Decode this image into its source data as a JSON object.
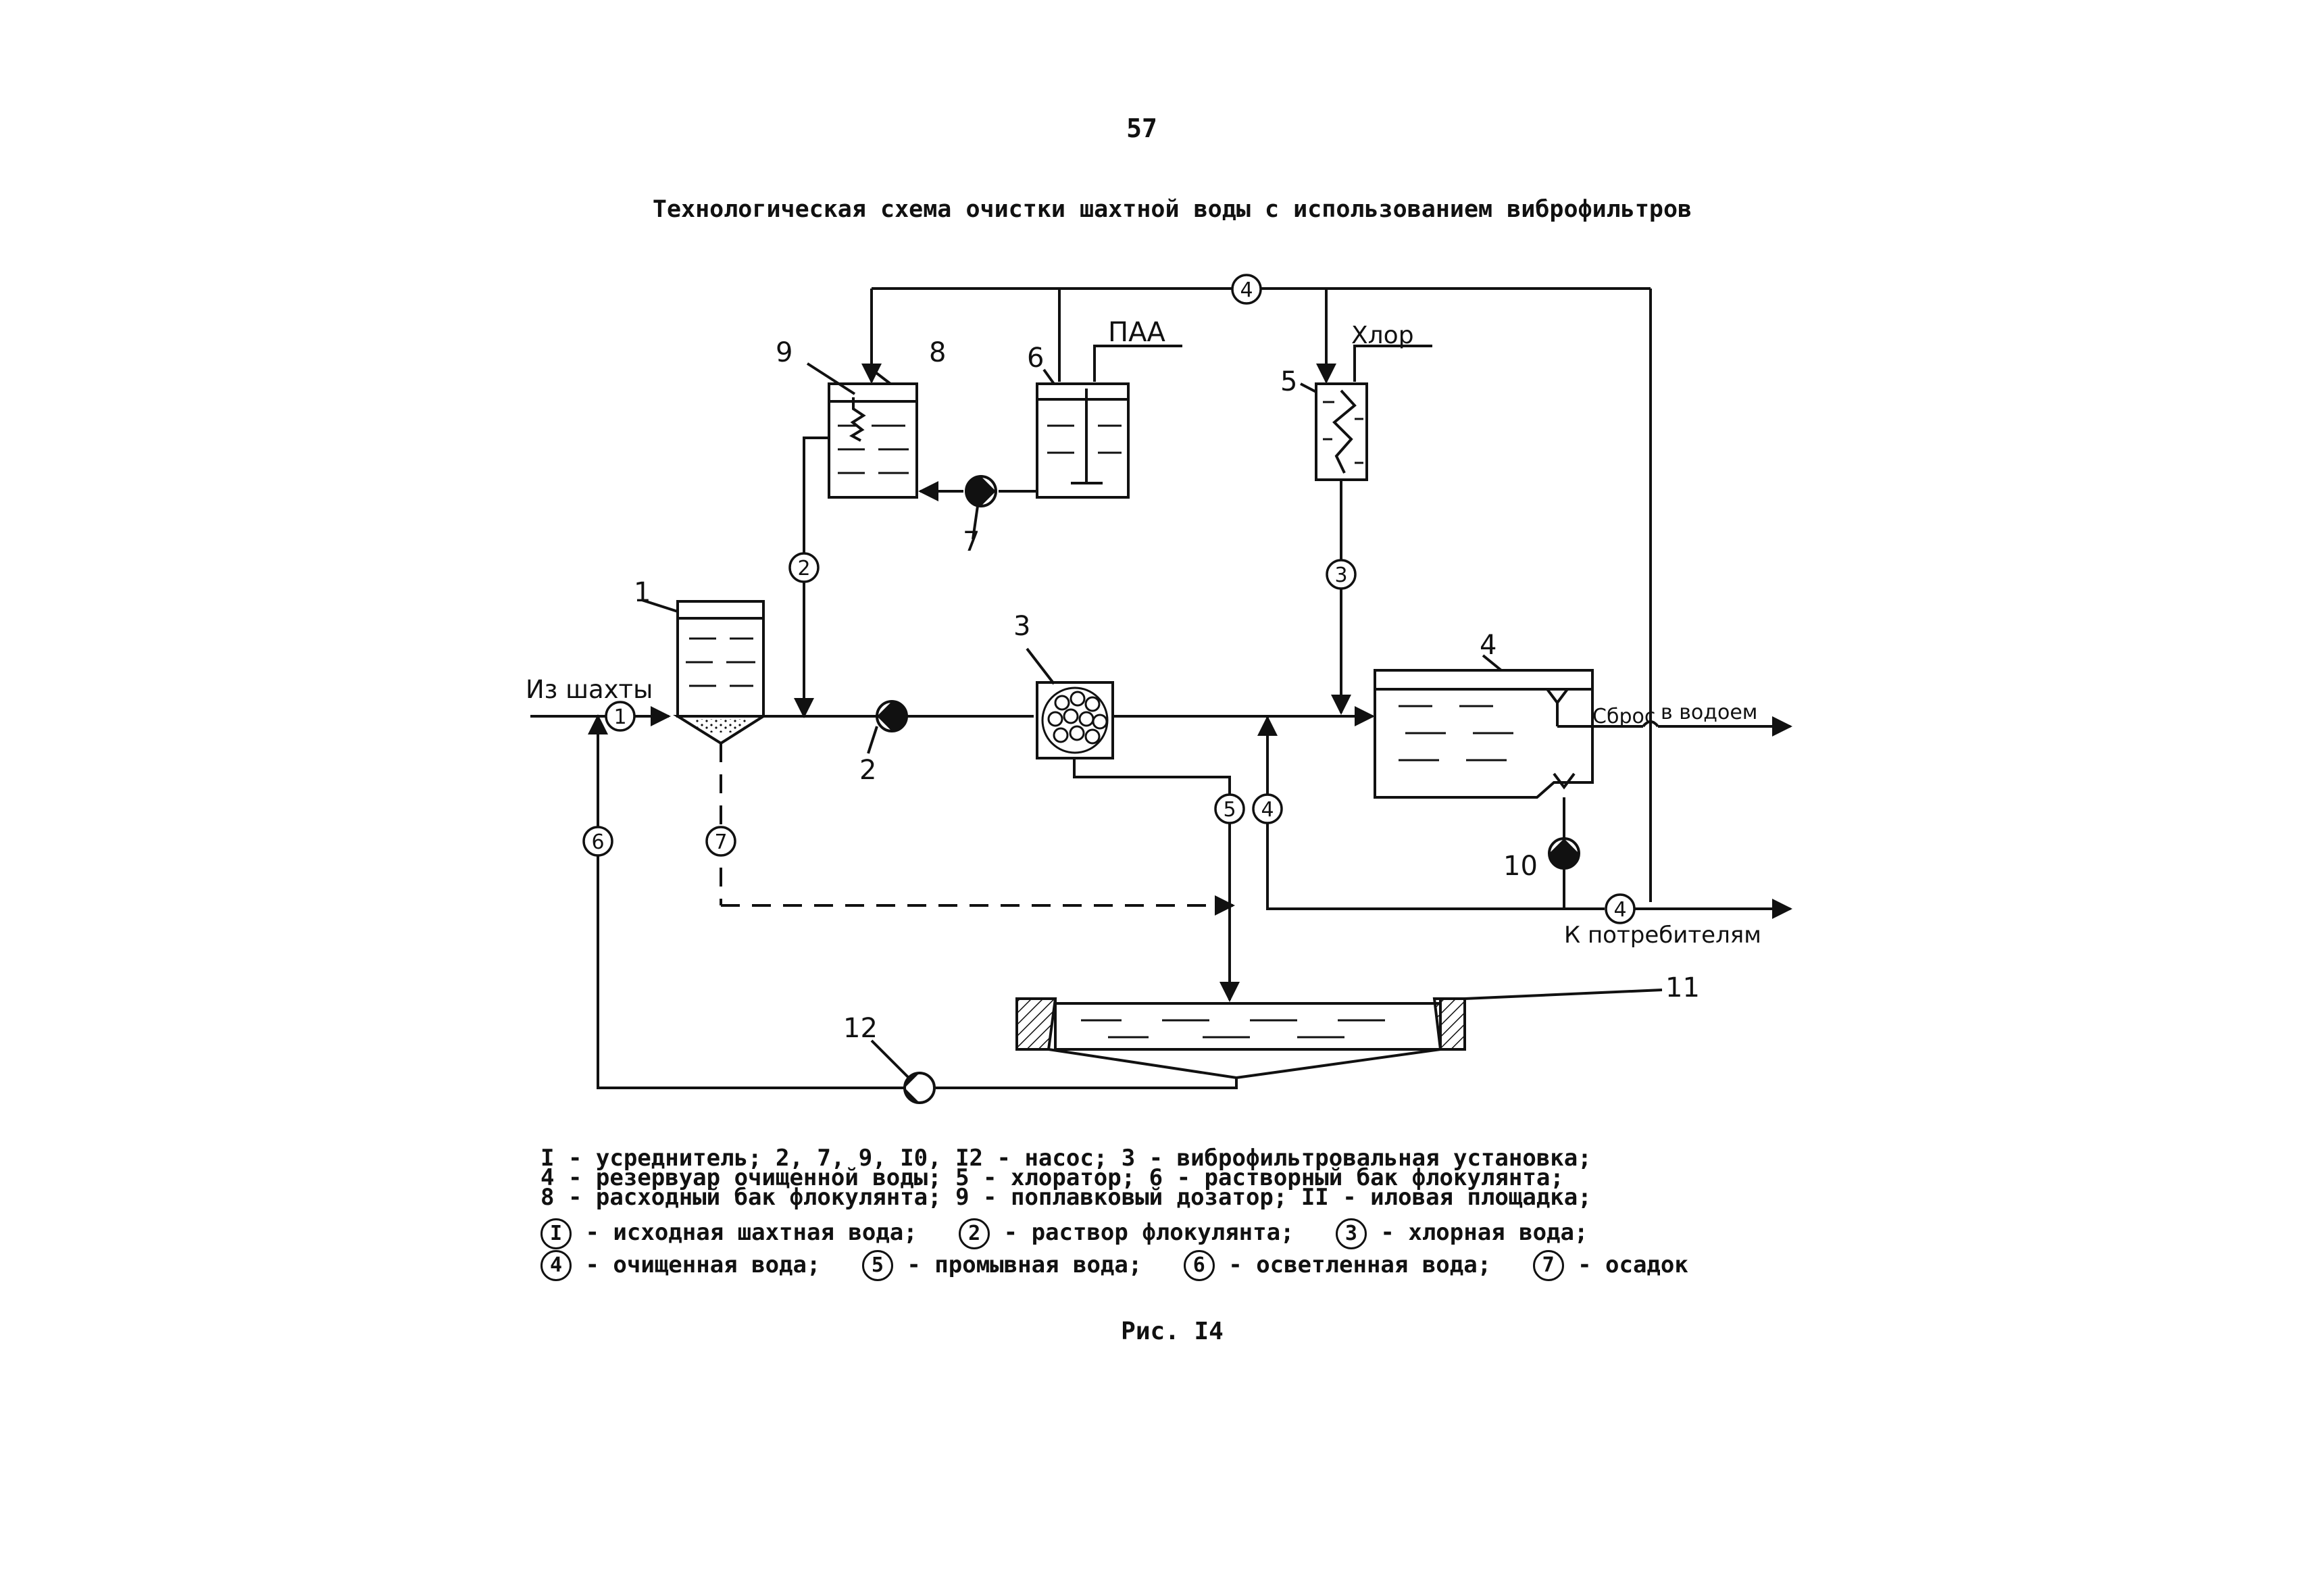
{
  "page_number": "57",
  "title": "Технологическая схема очистки шахтной воды с использованием виброфильтров",
  "diagram": {
    "equipment_numbers": [
      "1",
      "2",
      "3",
      "4",
      "5",
      "6",
      "7",
      "8",
      "9",
      "10",
      "11",
      "12"
    ],
    "flow_markers": [
      "1",
      "2",
      "3",
      "4",
      "5",
      "6",
      "7",
      "4",
      "4",
      "4"
    ],
    "inputs": {
      "paa": "ПАА",
      "chlorine": "Хлор",
      "from_mine": "Из шахты"
    },
    "outputs": {
      "discharge": "Сброс",
      "to_waterbody": "в водоем",
      "to_consumers": "К потребителям"
    }
  },
  "legend": {
    "line1": "I - усреднитель;  2, 7, 9, I0, I2 - насос;  3 - виброфильтровальная установка;",
    "line2": "4 - резервуар очищенной воды;  5 - хлоратор;  6 - растворный бак флокулянта;",
    "line3": "8 - расходный бак флокулянта;  9 - поплавковый дозатор;  II - иловая площадка;",
    "flows": [
      {
        "mark": "I",
        "text": " - исходная шахтная вода;"
      },
      {
        "mark": "2",
        "text": " - раствор флокулянта;"
      },
      {
        "mark": "3",
        "text": " - хлорная вода;"
      },
      {
        "mark": "4",
        "text": " - очищенная вода;"
      },
      {
        "mark": "5",
        "text": " - промывная вода;"
      },
      {
        "mark": "6",
        "text": " - осветленная вода;"
      },
      {
        "mark": "7",
        "text": " - осадок"
      }
    ]
  },
  "caption": "Рис. I4"
}
